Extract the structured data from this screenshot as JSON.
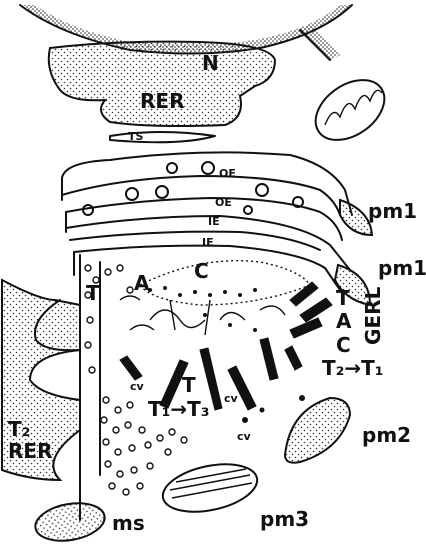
{
  "labels": {
    "nucleus": "N",
    "rer_top": "RER",
    "ts": "TS",
    "oe_1": "OE",
    "oe_2": "OE",
    "ie_1": "IE",
    "ie_2": "IE",
    "pm1_top": "pm1",
    "pm1_bottom": "pm1",
    "t_left": "T",
    "a_center": "A",
    "c_center": "C",
    "gerl_t": "T",
    "gerl_a": "A",
    "gerl_c": "C",
    "gerl": "GERL",
    "t2_t1": "T₂→T₁",
    "t_mid": "T",
    "cv_1": "cv",
    "cv_2": "cv",
    "cv_3": "cv",
    "t1_t3": "T₁→T₃",
    "t2": "T₂",
    "rer_left": "RER",
    "pm2": "pm2",
    "pm3": "pm3",
    "ms": "ms"
  }
}
